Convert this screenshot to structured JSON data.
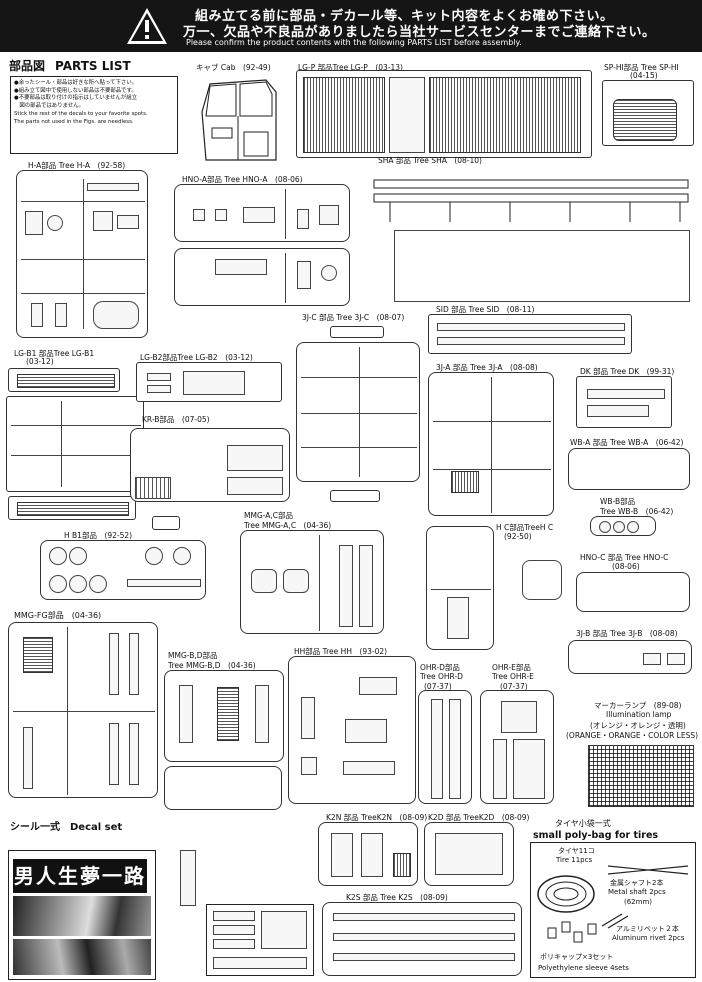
{
  "header": {
    "line1": "組み立てる前に部品・デカール等、キット内容をよくお確め下さい。",
    "line2": "万一、欠品や不良品がありましたら当社サービスセンターまでご連絡下さい。",
    "line3": "Please confirm the product contents with the following PARTS LIST before assembly."
  },
  "title": {
    "jp": "部品図",
    "en": "PARTS LIST"
  },
  "notes": {
    "jp1": "●余ったシール・部品は好きな所へ貼って下さい。",
    "jp2": "●組み立て図中で使用しない部品は不要部品です。",
    "jp3": "●不要部品は取り付けの指示はしていませんが組立",
    "jp4": "　図の部品ではありません。",
    "en1": "Stick the rest of the decals to your favorite spots.",
    "en2": "The parts not used in the Figs. are needless."
  },
  "labels": {
    "cab": "キャブ Cab　(92-49)",
    "lgp": "LG-P 部品Tree LG-P　(03-13)",
    "sphi1": "SP-HI部品 Tree SP-HI",
    "sphi2": "(04-15)",
    "ha": "H-A部品 Tree H-A　(92-58)",
    "hnoa": "HNO-A部品 Tree HNO-A　(08-06)",
    "sha": "SHA 部品 Tree SHA　(08-10)",
    "lgb1a": "LG-B1 部品Tree LG-B1",
    "lgb1b": "(03-12)",
    "lgb2": "LG-B2部品Tree LG-B2　(03-12)",
    "c3": "3J-C 部品 Tree 3J-C　(08-07)",
    "sid": "SID 部品 Tree SID　(08-11)",
    "a3": "3J-A 部品 Tree 3J-A　(08-08)",
    "dk": "DK 部品 Tree DK　(99-31)",
    "kr": "KR-B部品　(07-05)",
    "wba": "WB-A 部品 Tree WB-A　(06-42)",
    "wbb1": "WB-B部品",
    "wbb2": "Tree WB-B　(06-42)",
    "hb1": "H B1部品　(92-52)",
    "mmgac1": "MMG-A,C部品",
    "mmgac2": "Tree MMG-A,C　(04-36)",
    "hc1": "H C部品TreeH C",
    "hc2": "(92-50)",
    "hnoc1": "HNO-C 部品 Tree HNO-C",
    "hnoc2": "(08-06)",
    "mmgfg": "MMG-FG部品　(04-36)",
    "b3": "3J-B 部品 Tree 3J-B　(08-08)",
    "mmgbd1": "MMG-B,D部品",
    "mmgbd2": "Tree MMG-B,D　(04-36)",
    "hh": "HH部品 Tree HH　(93-02)",
    "ohrd1": "OHR-D部品",
    "ohrd2": "Tree OHR-D",
    "ohrd3": "(07-37)",
    "ohre1": "OHR-E部品",
    "ohre2": "Tree OHR-E",
    "ohre3": "(07-37)",
    "mk1": "マーカーランプ　(89-08)",
    "mk2": "Illumination lamp",
    "mk3": "(オレンジ・オレンジ・透明)",
    "mk4": "(ORANGE・ORANGE・COLOR LESS)",
    "decal": "シール一式　Decal set",
    "k2n": "K2N 部品 TreeK2N　(08-09)",
    "k2d": "K2D 部品 TreeK2D　(08-09)",
    "k2s": "K2S 部品 Tree K2S　(08-09)",
    "tire1": "タイヤ小袋一式",
    "tire2": "small poly-bag for tires",
    "tirejp": "タイヤ11コ",
    "tireen": "Tire 11pcs",
    "shaftjp": "金属シャフト2本",
    "shaften1": "Metal shaft 2pcs",
    "shaften2": "(62mm)",
    "rivetjp": "アルミリベット２本",
    "riveten": "Aluminum rivet 2pcs",
    "sleevejp": "ポリキャップ×3セット",
    "sleeveen": "Polyethylene sleeve 4sets"
  },
  "decal_text": "男人生夢一路"
}
